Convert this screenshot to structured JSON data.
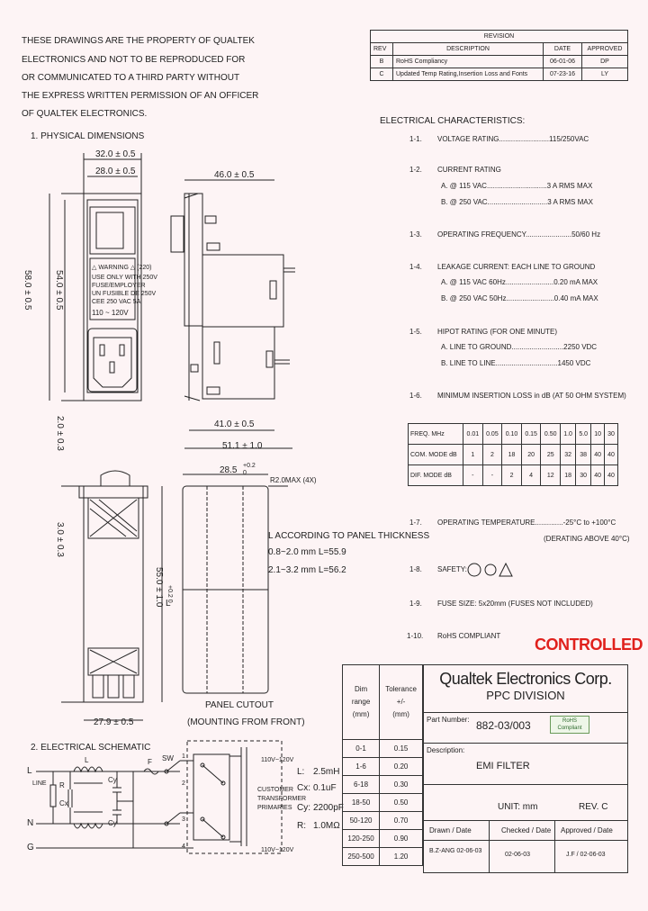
{
  "notice": [
    "THESE DRAWINGS ARE THE PROPERTY OF QUALTEK",
    "ELECTRONICS AND NOT TO BE REPRODUCED FOR",
    "OR COMMUNICATED TO A THIRD PARTY WITHOUT",
    "THE EXPRESS WRITTEN PERMISSION OF AN OFFICER",
    "OF QUALTEK ELECTRONICS."
  ],
  "revision": {
    "title": "REVISION",
    "headers": [
      "REV",
      "DESCRIPTION",
      "DATE",
      "APPROVED"
    ],
    "rows": [
      [
        "B",
        "RoHS Compliancy",
        "06-01-06",
        "DP"
      ],
      [
        "C",
        "Updated Temp Rating,Insertion Loss and Fonts",
        "07-23-16",
        "LY"
      ]
    ]
  },
  "sections": {
    "physical": "1.  PHYSICAL DIMENSIONS",
    "schematic": "2.  ELECTRICAL SCHEMATIC"
  },
  "dims": {
    "d1": "32.0 ± 0.5",
    "d2": "28.0 ± 0.5",
    "d3": "46.0 ± 0.5",
    "d4": "41.0 ± 0.5",
    "d5": "51.1 ± 1.0",
    "d6": "58.0 ± 0.5",
    "d7": "54.0 ± 0.5",
    "d8": "2.0 ± 0.3",
    "d9": "3.0 ± 0.3",
    "d10": "55.0 ± 1.0",
    "d11": "27.9 ± 0.5",
    "d12": "28.5",
    "d12tol_up": "+0.2",
    "d12tol_dn": "0",
    "radius": "R2.0MAX (4X)",
    "L_sym": "L",
    "L_tol": "+0.2 0"
  },
  "label": {
    "l1": "△ WARNING △ (220)",
    "l2": "USE ONLY WITH 250V",
    "l3": "FUSE/EMPLOYER",
    "l4": "UN FUSIBLE DE 250V",
    "l5": "CEE 250 VAC 5A",
    "l6": "110 ~ 120V"
  },
  "thickness": {
    "t1": "L ACCORDING TO PANEL THICKNESS",
    "t2": "0.8~2.0 mm  L=55.9",
    "t3": "2.1~3.2 mm  L=56.2"
  },
  "cutout": {
    "c1": "PANEL CUTOUT",
    "c2": "(MOUNTING FROM FRONT)"
  },
  "elec": {
    "title": "ELECTRICAL CHARACTERISTICS:",
    "items": [
      {
        "num": "1-1.",
        "lines": [
          "VOLTAGE RATING.........................115/250VAC"
        ]
      },
      {
        "num": "1-2.",
        "lines": [
          "CURRENT RATING",
          "A. @ 115 VAC..............................3  A RMS MAX",
          "B. @ 250 VAC..............................3  A RMS MAX"
        ]
      },
      {
        "num": "1-3.",
        "lines": [
          "OPERATING FREQUENCY.......................50/60 Hz"
        ]
      },
      {
        "num": "1-4.",
        "lines": [
          "LEAKAGE CURRENT: EACH LINE TO GROUND",
          "A. @ 115 VAC 60Hz........................0.20  mA MAX",
          "B. @ 250 VAC 50Hz........................0.40  mA MAX"
        ]
      },
      {
        "num": "1-5.",
        "lines": [
          "HIPOT RATING (FOR ONE MINUTE)",
          "A. LINE TO GROUND..........................2250 VDC",
          "B. LINE TO LINE...............................1450 VDC"
        ]
      },
      {
        "num": "1-6.",
        "lines": [
          "MINIMUM INSERTION LOSS in dB (AT 50 OHM SYSTEM)"
        ]
      }
    ]
  },
  "freq_table": {
    "rows": [
      [
        "FREQ. MHz",
        "0.01",
        "0.05",
        "0.10",
        "0.15",
        "0.50",
        "1.0",
        "5.0",
        "10",
        "30"
      ],
      [
        "COM. MODE dB",
        "1",
        "2",
        "18",
        "20",
        "25",
        "32",
        "38",
        "40",
        "40"
      ],
      [
        "DIF. MODE dB",
        "-",
        "-",
        "2",
        "4",
        "12",
        "18",
        "30",
        "40",
        "40"
      ]
    ]
  },
  "elec2": [
    {
      "num": "1-7.",
      "lines": [
        "OPERATING TEMPERATURE..............-25°C to +100°C",
        "(DERATING ABOVE 40°C)"
      ]
    },
    {
      "num": "1-8.",
      "lines": [
        "SAFETY:"
      ]
    },
    {
      "num": "1-9.",
      "lines": [
        "FUSE SIZE: 5x20mm (FUSES NOT INCLUDED)"
      ]
    },
    {
      "num": "1-10.",
      "lines": [
        "RoHS COMPLIANT"
      ]
    }
  ],
  "controlled": "CONTROLLED",
  "schem": {
    "L": "L",
    "N": "N",
    "G": "G",
    "Line": "LINE",
    "R": "R",
    "Cx": "Cx",
    "Cy": "Cy",
    "L2": "L",
    "F": "F",
    "SW": "SW",
    "n1": "1",
    "n2": "2",
    "n3": "3",
    "n4": "4",
    "v1": "110V~120V",
    "v2": "110V~120V",
    "cust": "CUSTOMER",
    "trans": "TRANSFORMER",
    "prim": "PRIMARIES"
  },
  "values": [
    [
      "L:",
      "2.5mH"
    ],
    [
      "Cx:",
      "0.1uF"
    ],
    [
      "Cy:",
      "2200pF"
    ],
    [
      "R:",
      "1.0MΩ"
    ]
  ],
  "tol": {
    "h1": "Dim",
    "h2": "range",
    "h3": "(mm)",
    "h4": "Tolerance",
    "h5": "+/-",
    "h6": "(mm)",
    "rows": [
      [
        "0-1",
        "0.15"
      ],
      [
        "1-6",
        "0.20"
      ],
      [
        "6-18",
        "0.30"
      ],
      [
        "18-50",
        "0.50"
      ],
      [
        "50-120",
        "0.70"
      ],
      [
        "120-250",
        "0.90"
      ],
      [
        "250-500",
        "1.20"
      ]
    ]
  },
  "title_block": {
    "company": "Qualtek Electronics Corp.",
    "division": "PPC DIVISION",
    "part_label": "Part Number:",
    "part_number": "882-03/003",
    "rohs": "RoHS Compliant",
    "desc_label": "Description:",
    "desc": "EMI FILTER",
    "unit": "UNIT: mm",
    "rev": "REV. C",
    "drawn": "Drawn / Date",
    "checked": "Checked / Date",
    "approved": "Approved / Date",
    "drawn_v": "B.Z-ANG 02-06-03",
    "checked_v": "02-06-03",
    "approved_v": "J.F / 02-06-03"
  }
}
